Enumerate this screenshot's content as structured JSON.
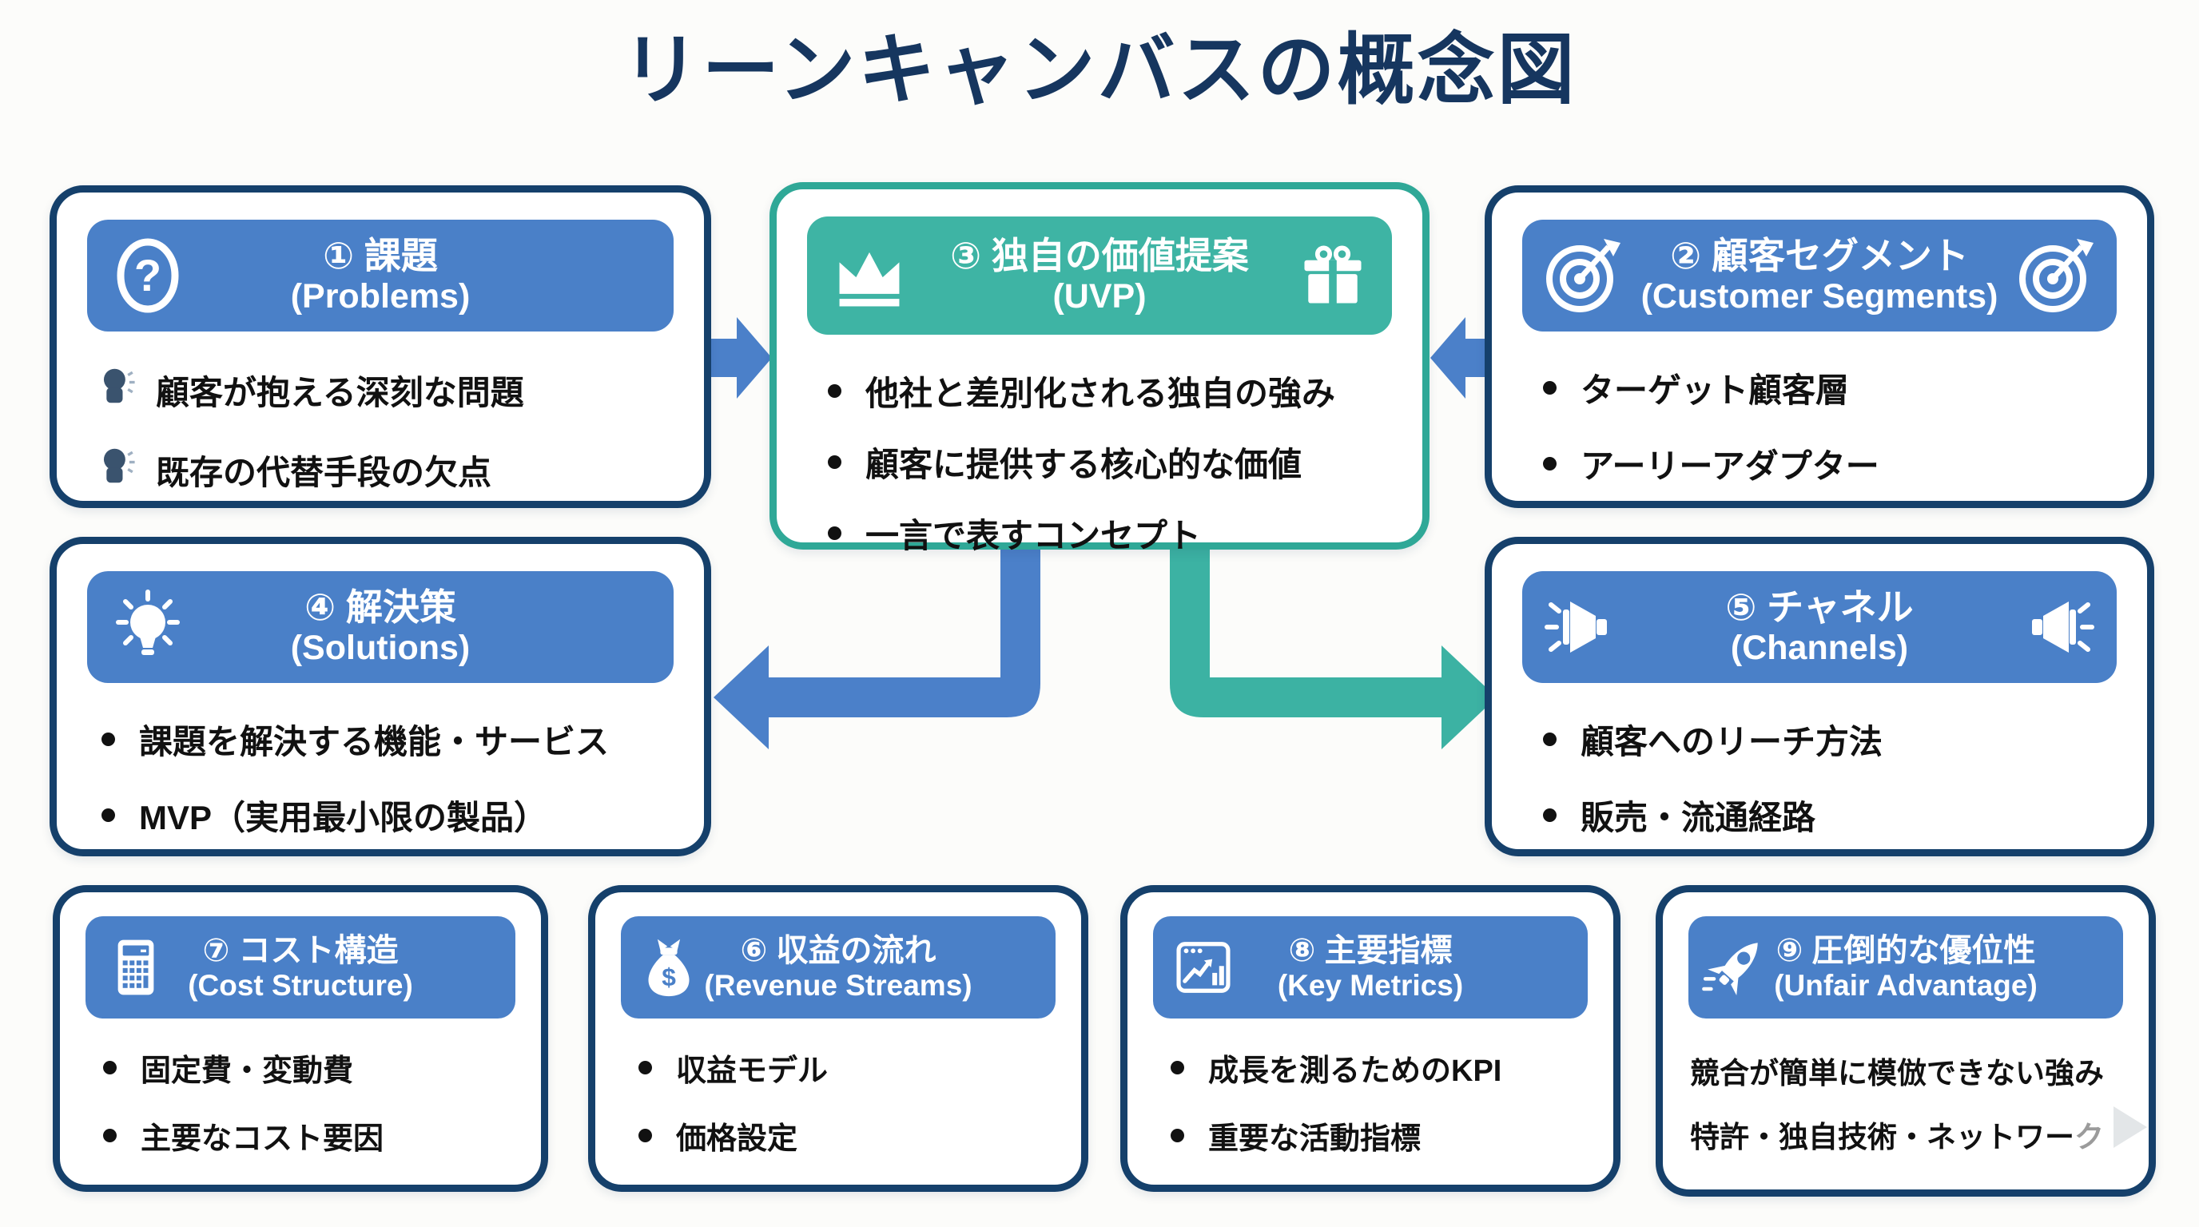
{
  "title": "リーンキャンバスの概念図",
  "colors": {
    "header_blue": "#4a80c8",
    "teal": "#3eb4a4",
    "navy_border": "#15406b",
    "title_navy": "#16365f",
    "arrow_blue": "#4b80c9",
    "arrow_teal": "#3cb2a3",
    "text_black": "#111111",
    "faded_gray": "#9b9b9b"
  },
  "boxes": [
    {
      "id": "problems",
      "icon": "question-icon",
      "bullet_icon": "speaking-head-icon",
      "line1": "① 課題",
      "line2": "(Problems)",
      "items": [
        "顧客が抱える深刻な問題",
        "既存の代替手段の欠点"
      ]
    },
    {
      "id": "customer-segments",
      "icon": "target-icon",
      "icon_right": "target-icon",
      "line1": "② 顧客セグメント",
      "line2": "(Customer Segments)",
      "items": [
        "ターゲット顧客層",
        "アーリーアダプター"
      ]
    },
    {
      "id": "uvp",
      "icon": "crown-icon",
      "icon_right": "gift-icon",
      "line1": "③ 独自の価値提案",
      "line2": "(UVP)",
      "items": [
        "他社と差別化される独自の強み",
        "顧客に提供する核心的な価値",
        "一言で表すコンセプト"
      ]
    },
    {
      "id": "solutions",
      "icon": "lightbulb-icon",
      "line1": "④ 解決策",
      "line2": "(Solutions)",
      "items": [
        "課題を解決する機能・サービス",
        "MVP（実用最小限の製品）"
      ]
    },
    {
      "id": "channels",
      "icon": "megaphone-icon",
      "icon_right": "megaphone-icon",
      "line1": "⑤ チャネル",
      "line2": "(Channels)",
      "items": [
        "顧客へのリーチ方法",
        "販売・流通経路"
      ]
    },
    {
      "id": "revenue-streams",
      "icon": "moneybag-icon",
      "line1": "⑥ 収益の流れ",
      "line2": "(Revenue Streams)",
      "items": [
        "収益モデル",
        "価格設定"
      ]
    },
    {
      "id": "cost-structure",
      "icon": "calculator-icon",
      "line1": "⑦ コスト構造",
      "line2": "(Cost Structure)",
      "items": [
        "固定費・変動費",
        "主要なコスト要因"
      ]
    },
    {
      "id": "key-metrics",
      "icon": "chart-window-icon",
      "line1": "⑧ 主要指標",
      "line2": "(Key Metrics)",
      "items": [
        "成長を測るためのKPI",
        "重要な活動指標"
      ]
    },
    {
      "id": "unfair-advantage",
      "icon": "rocket-icon",
      "line1": "⑨ 圧倒的な優位性",
      "line2": "(Unfair Advantage)",
      "items": [
        "競合が簡単に模倣できない強み",
        "特許・独自技術・ネットワー"
      ],
      "item2_faded_char": "ク"
    }
  ]
}
